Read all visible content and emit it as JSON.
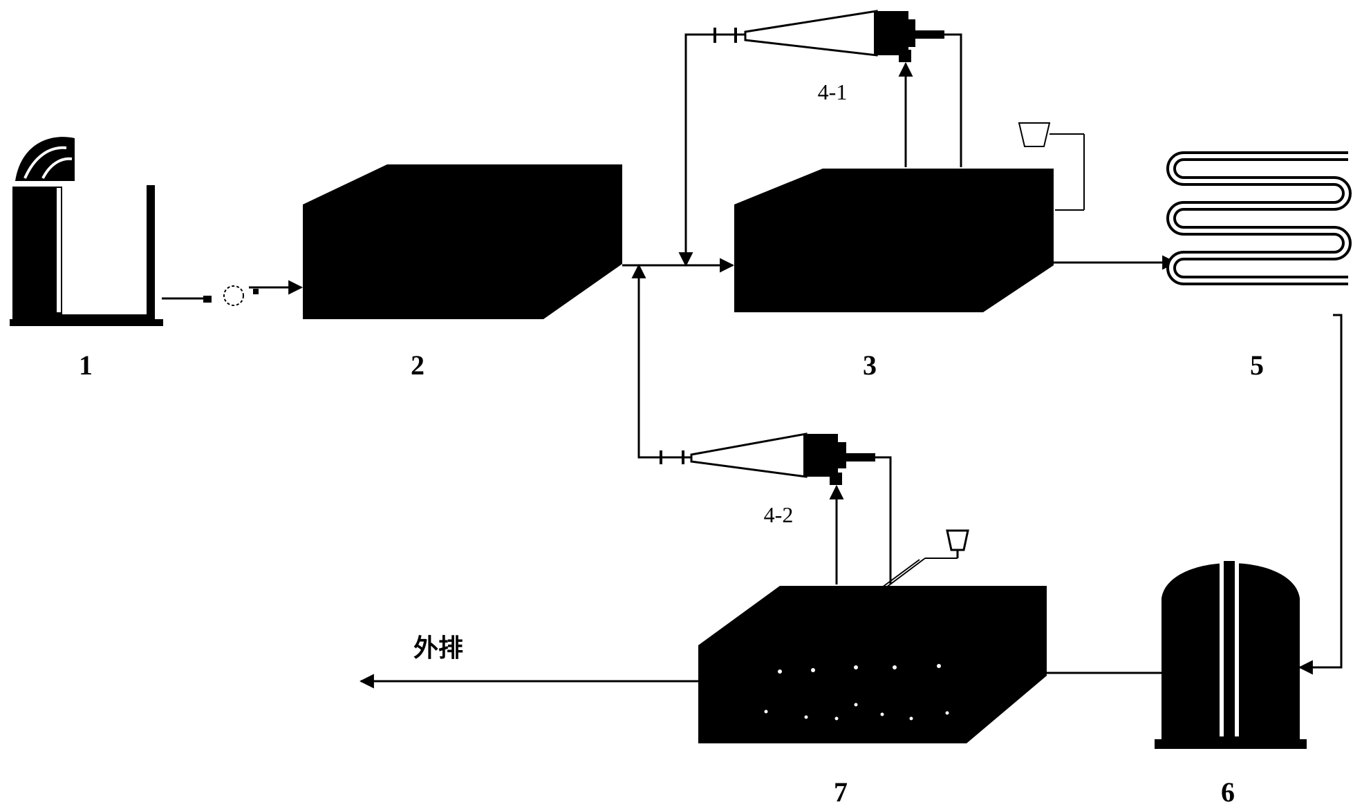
{
  "labels": {
    "unit_1": "1",
    "unit_2": "2",
    "unit_3": "3",
    "ejector_upper": "4-1",
    "ejector_lower": "4-2",
    "unit_5": "5",
    "unit_6": "6",
    "unit_7": "7",
    "discharge": "外排"
  }
}
